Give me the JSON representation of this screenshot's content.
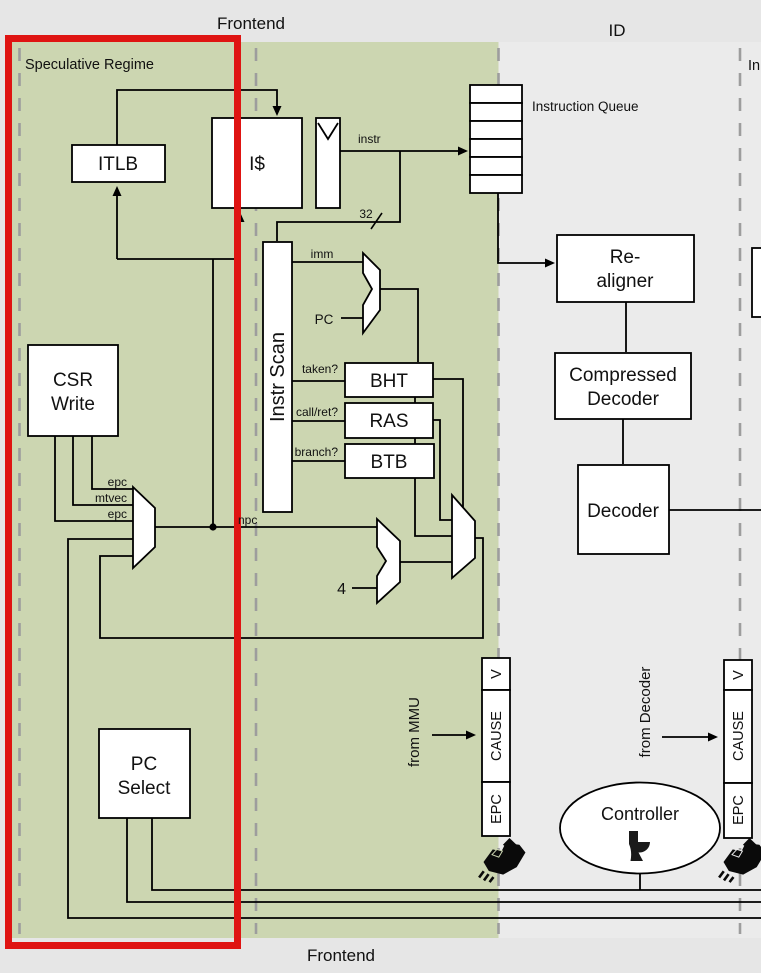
{
  "diagram": {
    "stages": {
      "frontend_top": "Frontend",
      "id": "ID",
      "frontend_bottom": "Frontend",
      "next_stage_partial": "In"
    },
    "regions": {
      "speculative": "Speculative Regime"
    },
    "blocks": {
      "itlb": "ITLB",
      "icache": "I$",
      "instr_scan": "Instr Scan",
      "instruction_queue": "Instruction Queue",
      "bht": "BHT",
      "ras": "RAS",
      "btb": "BTB",
      "csr_write_l1": "CSR",
      "csr_write_l2": "Write",
      "pc_select_l1": "PC",
      "pc_select_l2": "Select",
      "realigner_l1": "Re-",
      "realigner_l2": "aligner",
      "compressed_l1": "Compressed",
      "compressed_l2": "Decoder",
      "decoder": "Decoder",
      "controller": "Controller"
    },
    "signals": {
      "instr": "instr",
      "bus_width": "32",
      "imm": "imm",
      "pc": "PC",
      "taken": "taken?",
      "callret": "call/ret?",
      "branch": "branch?",
      "npc": "npc",
      "epc_a": "epc",
      "mtvec": "mtvec",
      "epc_b": "epc",
      "four": "4",
      "from_mmu": "from MMU",
      "from_decoder": "from Decoder"
    },
    "registers": {
      "v": "V",
      "cause": "CAUSE",
      "epc": "EPC"
    },
    "colors": {
      "frontend_bg": "#ccd6b1",
      "id_bg": "#ebebeb",
      "canvas_bg": "#e6e6e6",
      "highlight_red": "#df1412",
      "dash_gray": "#9d9d9d"
    }
  }
}
